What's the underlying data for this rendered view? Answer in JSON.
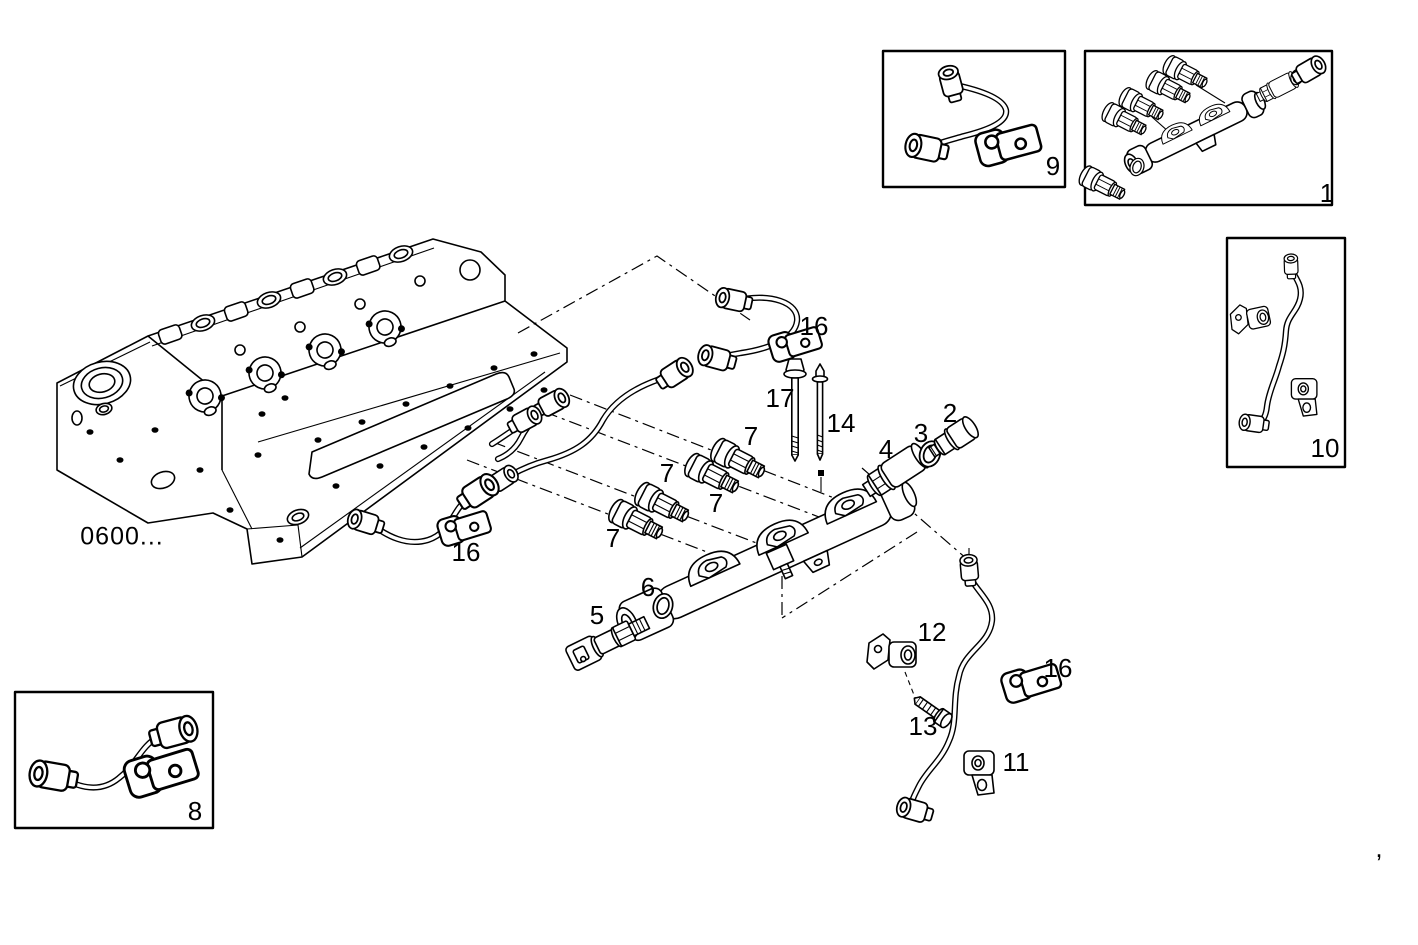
{
  "meta": {
    "page_type": "exploded-parts-diagram",
    "background_color": "#ffffff",
    "line_color": "#000000"
  },
  "drawing": {
    "reference_code": "0600...",
    "stray_mark": ",",
    "callouts": [
      {
        "label": "9"
      },
      {
        "label": "1"
      },
      {
        "label": "10"
      },
      {
        "label": "16"
      },
      {
        "label": "17"
      },
      {
        "label": "14"
      },
      {
        "label": "2"
      },
      {
        "label": "3"
      },
      {
        "label": "4"
      },
      {
        "label": "7"
      },
      {
        "label": "7"
      },
      {
        "label": "7"
      },
      {
        "label": "7"
      },
      {
        "label": "16"
      },
      {
        "label": "6"
      },
      {
        "label": "5"
      },
      {
        "label": "12"
      },
      {
        "label": "13"
      },
      {
        "label": "16"
      },
      {
        "label": "11"
      },
      {
        "label": "8"
      }
    ],
    "inset_boxes": [
      {
        "part_label": "9"
      },
      {
        "part_label": "1"
      },
      {
        "part_label": "10"
      },
      {
        "part_label": "8"
      }
    ]
  }
}
